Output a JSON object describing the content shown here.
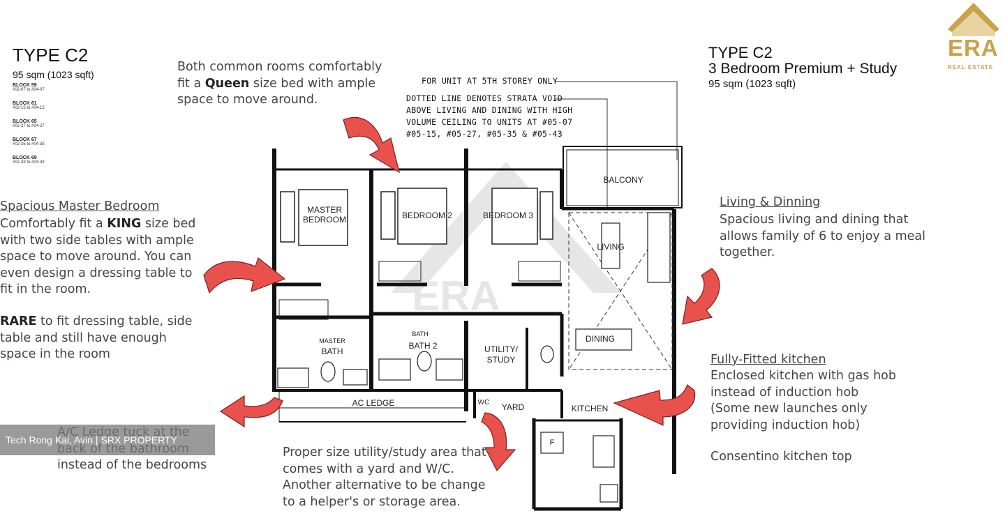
{
  "left_header": {
    "type": "TYPE C2",
    "size": "95 sqm (1023 sqft)",
    "blocks": [
      {
        "name": "BLOCK 59",
        "units": "#02-07 to #04-07"
      },
      {
        "name": "BLOCK 61",
        "units": "#02-15 to #04-15"
      },
      {
        "name": "BLOCK 65",
        "units": "#02-27 to #04-27"
      },
      {
        "name": "BLOCK 67",
        "units": "#02-35 to #04-35"
      },
      {
        "name": "BLOCK 69",
        "units": "#02-43 to #04-43"
      }
    ]
  },
  "right_header": {
    "type": "TYPE C2",
    "subtitle": "3 Bedroom Premium + Study",
    "size": "95 sqm (1023 sqft)"
  },
  "logo": {
    "text": "ERA",
    "subtext": "REAL ESTATE",
    "color": "#c9a24a"
  },
  "callouts": {
    "common_rooms": {
      "pre": "Both common rooms comfortably fit a ",
      "bold": "Queen",
      "post": " size bed with ample space to move around."
    },
    "master": {
      "heading": "Spacious Master Bedroom",
      "pre": "Comfortably fit a ",
      "bold": "KING",
      "post": " size bed with two side tables with ample space to move around. You can even design a dressing table to fit in the room.",
      "rare_bold": "RARE",
      "rare_post": " to fit dressing table, side table and still have enough space in the room"
    },
    "ac_ledge": "A/C Ledge tuck at the back of the bathroom instead of the bedrooms",
    "utility": "Proper size utility/study area that comes with a yard and W/C. Another alternative to be change to a helper's or storage area.",
    "living": {
      "heading": "Living & Dinning",
      "body": "Spacious living and dining that allows family of 6 to enjoy a meal together."
    },
    "kitchen": {
      "heading": "Fully-Fitted kitchen",
      "line1": "Enclosed kitchen with gas hob",
      "line2": "instead of induction hob",
      "line3": "(Some new launches only",
      "line4": "providing induction hob)",
      "line5": "Consentino kitchen top"
    }
  },
  "plan_notes": {
    "fifth_storey": "FOR UNIT AT 5TH STOREY ONLY",
    "dotted_1": "DOTTED LINE DENOTES STRATA VOID",
    "dotted_2": "ABOVE LIVING AND DINING WITH HIGH",
    "dotted_3": "VOLUME CEILING TO UNITS AT #05-07",
    "dotted_4": "#05-15, #05-27, #05-35 & #05-43"
  },
  "rooms": {
    "master": "MASTER BEDROOM",
    "bedroom2": "BEDROOM 2",
    "bedroom3": "BEDROOM 3",
    "balcony": "BALCONY",
    "living": "LIVING",
    "dining": "DINING",
    "master_bath": "MASTER BATH",
    "bath2": "BATH 2",
    "utility": "UTILITY/ STUDY",
    "ac_ledge": "AC LEDGE",
    "wc": "WC",
    "yard": "YARD",
    "kitchen": "KITCHEN",
    "fridge": "F"
  },
  "watermark": "Tech Rong Kai, Avin | SRX PROPERTY",
  "colors": {
    "arrow": "#e8514c",
    "wall": "#111111",
    "text": "#444444"
  }
}
